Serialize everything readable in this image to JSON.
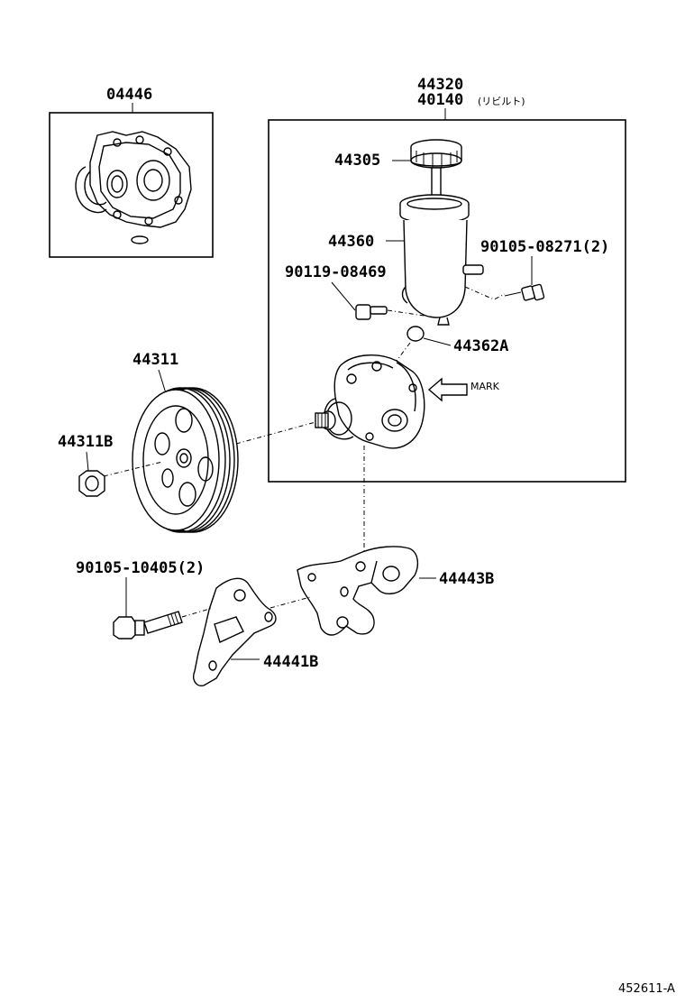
{
  "labels": {
    "gasket_kit": "04446",
    "pump_assy": "44320",
    "pump_rebuilt": "40140",
    "rebuilt_note": "(リビルト)",
    "reservoir_cap": "44305",
    "reservoir": "44360",
    "bolt_reservoir_right": "90105-08271(2)",
    "bolt_reservoir_left": "90119-08469",
    "o_ring": "44362A",
    "mark": "MARK",
    "pulley": "44311",
    "pulley_nut": "44311B",
    "bolt_bracket": "90105-10405(2)",
    "bracket_upper": "44443B",
    "bracket_lower": "44441B",
    "diagram_code": "452611-A"
  }
}
